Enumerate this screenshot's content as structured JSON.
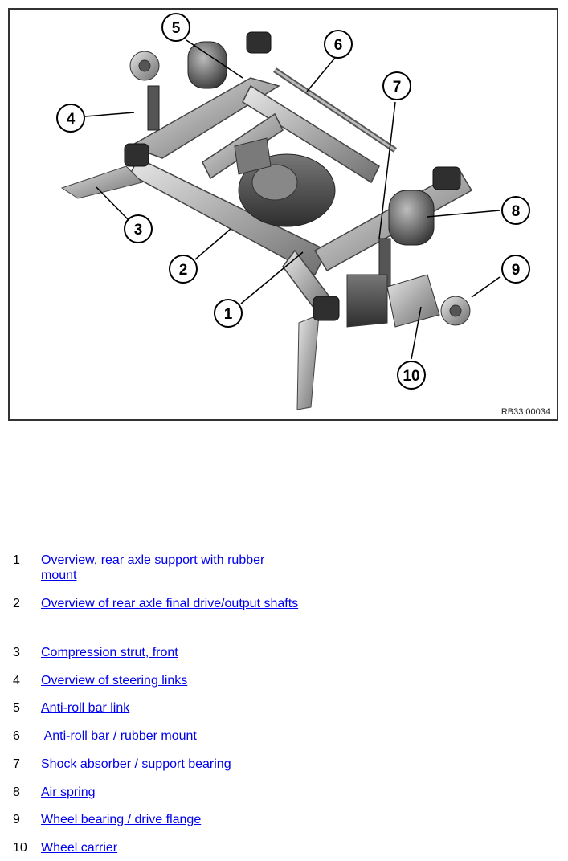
{
  "figure": {
    "reference_code": "RB33 00034",
    "callouts": [
      "1",
      "2",
      "3",
      "4",
      "5",
      "6",
      "7",
      "8",
      "9",
      "10"
    ]
  },
  "legend": [
    {
      "number": "1",
      "label": "Overview, rear axle support with rubber mount"
    },
    {
      "number": "2",
      "label": "Overview of rear axle final drive/output shafts"
    },
    {
      "number": "3",
      "label": "Compression strut, front"
    },
    {
      "number": "4",
      "label": "Overview of steering links"
    },
    {
      "number": "5",
      "label": "Anti-roll bar link"
    },
    {
      "number": "6",
      "label": " Anti-roll bar / rubber mount"
    },
    {
      "number": "7",
      "label": "Shock absorber / support bearing"
    },
    {
      "number": "8",
      "label": "Air spring"
    },
    {
      "number": "9",
      "label": "Wheel bearing / drive flange"
    },
    {
      "number": "10",
      "label": "Wheel carrier"
    }
  ],
  "colors": {
    "link": "#0000ee",
    "frame": "#333333"
  }
}
